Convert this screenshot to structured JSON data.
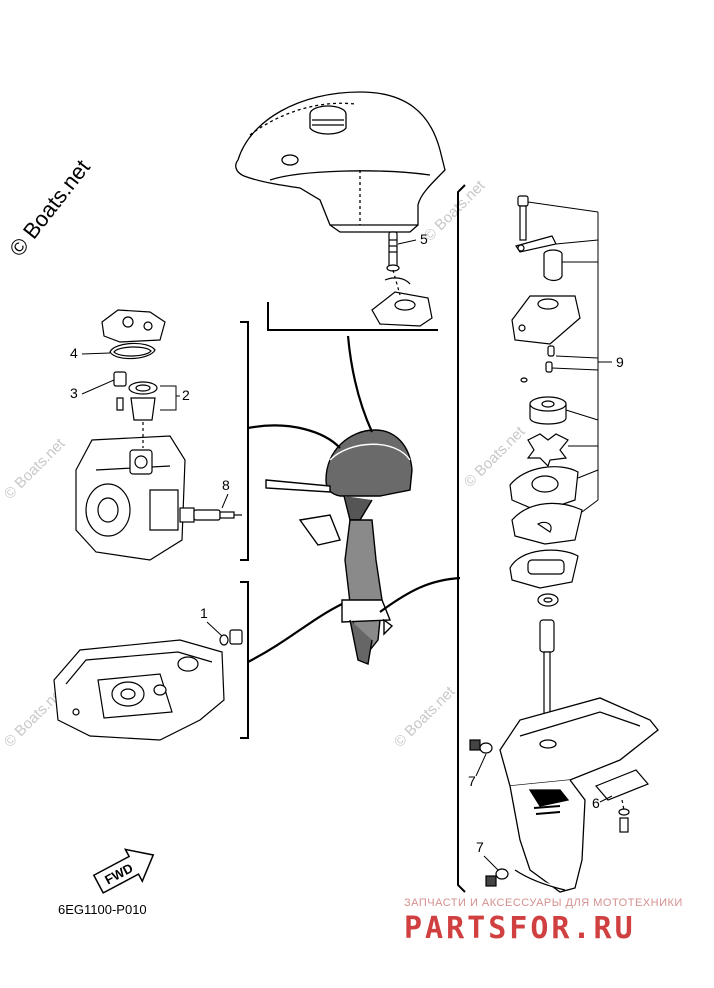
{
  "watermarks": [
    "© Boats.net",
    "© Boats.net",
    "© Boats.net",
    "© Boats.net",
    "© Boats.net",
    "© Boats.net"
  ],
  "callouts": {
    "c1": "1",
    "c2": "2",
    "c3": "3",
    "c4": "4",
    "c5": "5",
    "c6": "6",
    "c7a": "7",
    "c7b": "7",
    "c8": "8",
    "c9": "9"
  },
  "fwd_label": "FWD",
  "reference_code": "6EG1100-P010",
  "brand": {
    "subtitle": "ЗАПЧАСТИ И АКСЕССУАРЫ ДЛЯ МОТОТЕХНИКИ",
    "name": "PARTSFOR.RU",
    "color": "#d14040"
  }
}
